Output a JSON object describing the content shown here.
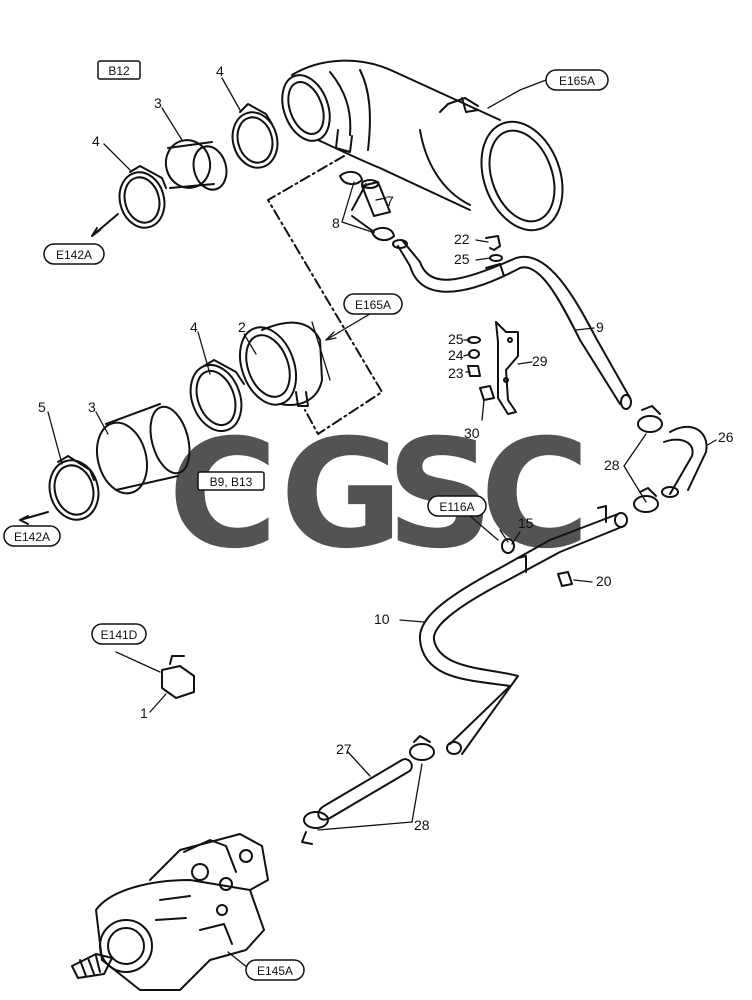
{
  "diagram": {
    "part_numbers": {
      "p1": "1",
      "p2": "2",
      "p3a": "3",
      "p3b": "3",
      "p4a": "4",
      "p4b": "4",
      "p4c": "4",
      "p5": "5",
      "p7": "7",
      "p8": "8",
      "p9": "9",
      "p10": "10",
      "p15": "15",
      "p20": "20",
      "p22": "22",
      "p23": "23",
      "p24": "24",
      "p25a": "25",
      "p25b": "25",
      "p26": "26",
      "p27": "27",
      "p28a": "28",
      "p28b": "28",
      "p29": "29",
      "p30": "30"
    },
    "references": {
      "b12": "B12",
      "b9_b13": "B9, B13",
      "e165a_top": "E165A",
      "e165a_mid": "E165A",
      "e142a_top": "E142A",
      "e142a_bottom": "E142A",
      "e116a": "E116A",
      "e141d": "E141D",
      "e145a": "E145A"
    }
  },
  "watermark": {
    "letters": [
      "C",
      "G",
      "S",
      "C"
    ],
    "colors": [
      "#4e8ef5",
      "#ea4335",
      "#fbbc05",
      "#34a853"
    ]
  },
  "colors": {
    "line": "#111111",
    "background": "#ffffff"
  }
}
